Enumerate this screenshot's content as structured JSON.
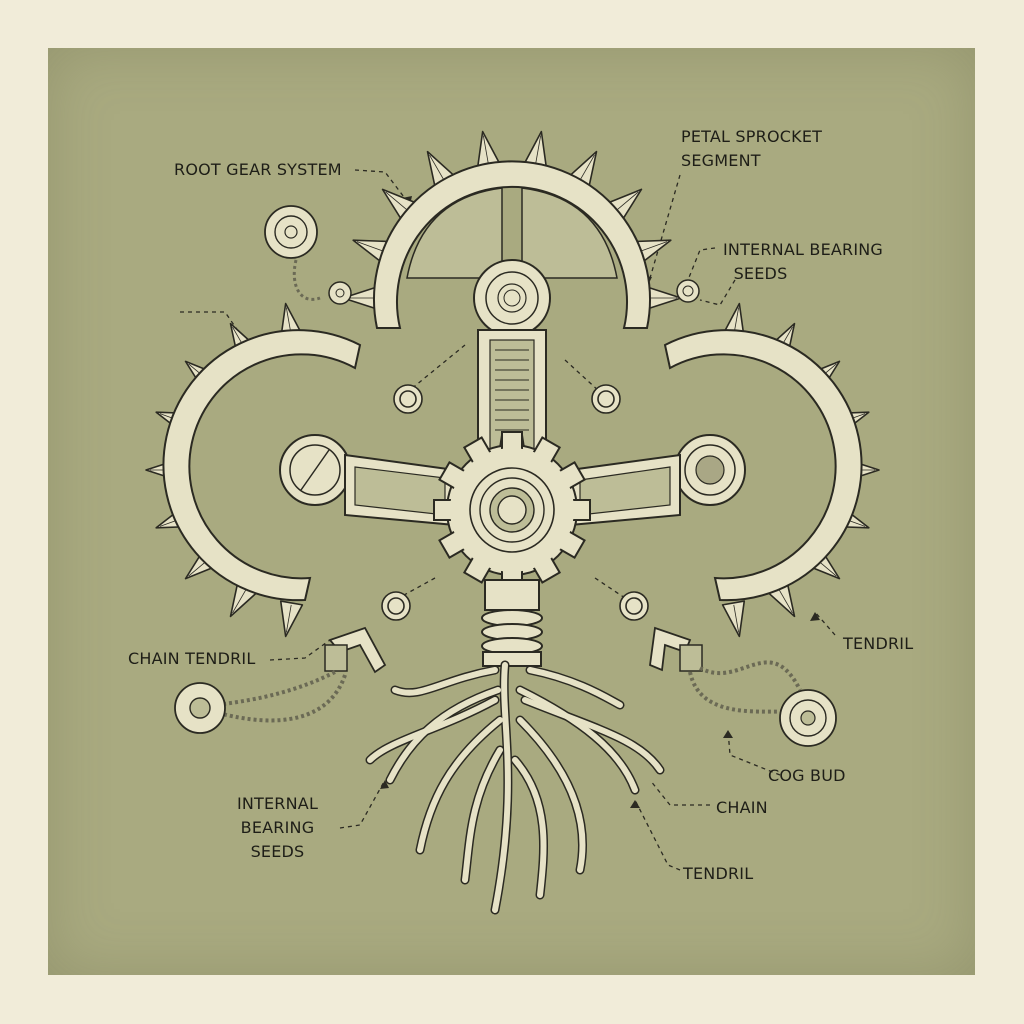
{
  "diagram": {
    "type": "technical-illustration",
    "subject": "mechanical gear flower with root system",
    "colors": {
      "background": "#f1ecd9",
      "panel": "#a9aa80",
      "part_fill": "#e6e2c6",
      "ink": "#2b2a22"
    },
    "labels": [
      {
        "id": "root-gear-system",
        "text": "ROOT GEAR SYSTEM"
      },
      {
        "id": "petal-sprocket-segment",
        "text": "PETAL SPROCKET\nSEGMENT"
      },
      {
        "id": "internal-bearing-seeds-top",
        "text": "INTERNAL BEARING\n  SEEDS"
      },
      {
        "id": "tendril-right",
        "text": "TENDRIL"
      },
      {
        "id": "chain-tendril",
        "text": "CHAIN TENDRIL"
      },
      {
        "id": "cog-bud",
        "text": "COG BUD"
      },
      {
        "id": "internal-bearing-seeds-bottom",
        "text": "INTERNAL\nBEARING\nSEEDS"
      },
      {
        "id": "chain",
        "text": "CHAIN"
      },
      {
        "id": "tendril-bottom",
        "text": "TENDRIL"
      }
    ],
    "components": [
      "top-petal-sprocket-gear",
      "left-petal-sprocket-gear",
      "right-petal-sprocket-gear",
      "central-hub-gear",
      "spring-arms",
      "coil-stem",
      "root-tendrils",
      "bearing-rings",
      "left-chain-clamp-with-cog",
      "right-chain-clamp-with-cog",
      "small-gear-chain-top-left",
      "small-cog-top-right"
    ]
  }
}
